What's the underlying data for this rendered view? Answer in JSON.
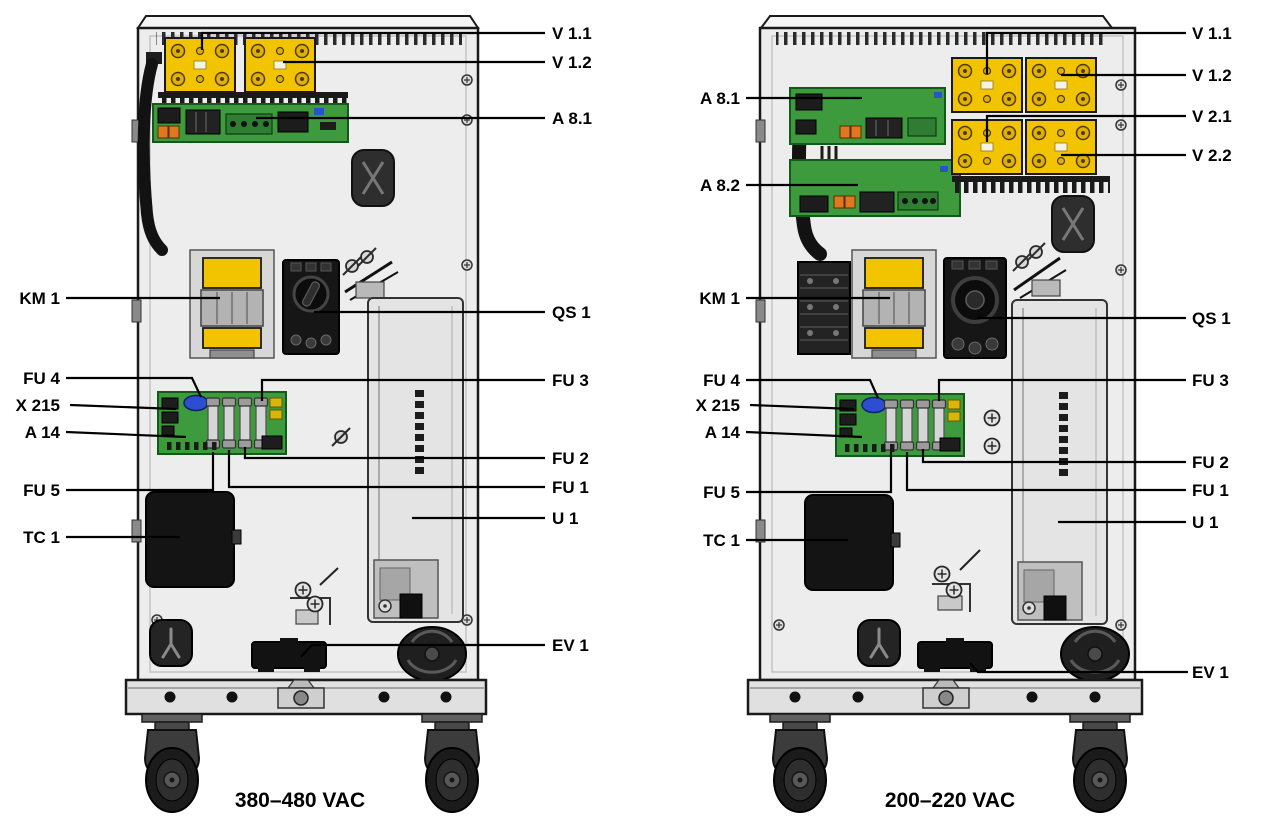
{
  "figure": {
    "panels": [
      {
        "caption": "380–480 VAC",
        "labels": {
          "v11": "V 1.1",
          "v12": "V 1.2",
          "a81": "A 8.1",
          "km1": "KM 1",
          "qs1": "QS 1",
          "fu4": "FU 4",
          "x215": "X 215",
          "a14": "A 14",
          "fu3": "FU 3",
          "fu2": "FU 2",
          "fu1": "FU 1",
          "fu5": "FU 5",
          "u1": "U 1",
          "tc1": "TC 1",
          "ev1": "EV 1"
        }
      },
      {
        "caption": "200–220 VAC",
        "labels": {
          "v11": "V 1.1",
          "v12": "V 1.2",
          "v21": "V 2.1",
          "v22": "V 2.2",
          "a81": "A 8.1",
          "a82": "A 8.2",
          "km1": "KM 1",
          "qs1": "QS 1",
          "fu4": "FU 4",
          "x215": "X 215",
          "a14": "A 14",
          "fu3": "FU 3",
          "fu2": "FU 2",
          "fu1": "FU 1",
          "fu5": "FU 5",
          "u1": "U 1",
          "tc1": "TC 1",
          "ev1": "EV 1"
        }
      }
    ],
    "colors": {
      "module_yellow": "#f2c400",
      "pcb_green": "#3d9b3d",
      "cabinet_grey": "#ededed",
      "component_black": "#161616",
      "line_black": "#000000"
    }
  }
}
